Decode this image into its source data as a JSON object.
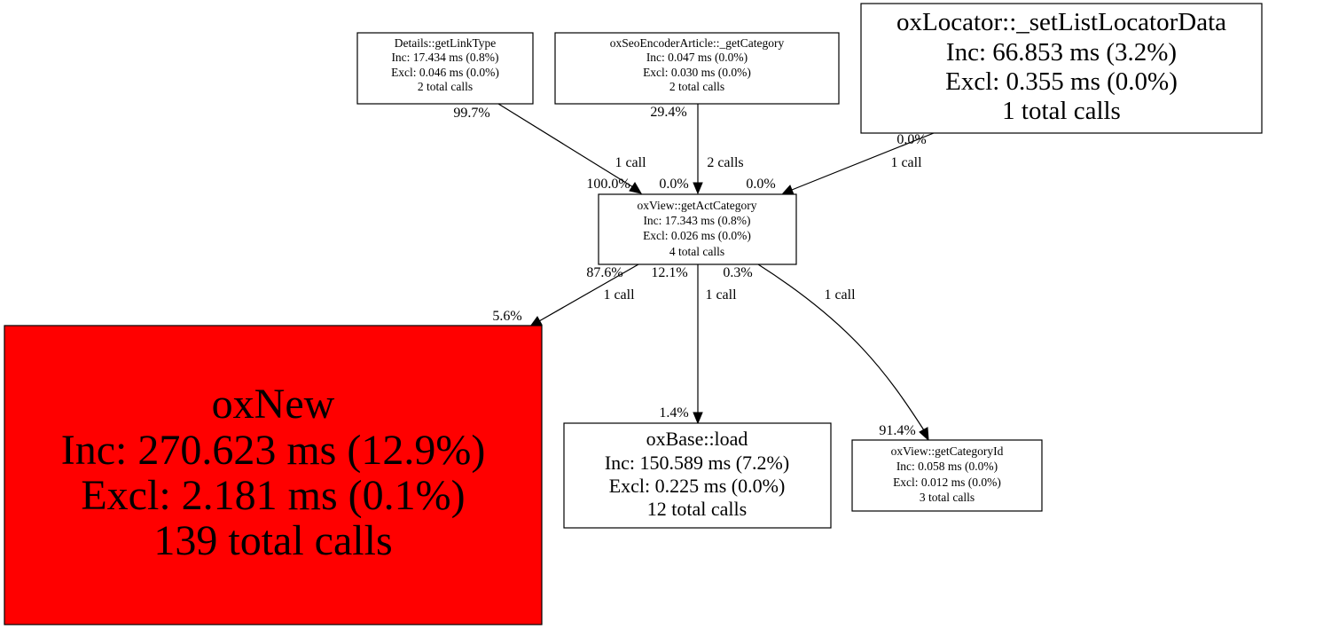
{
  "colors": {
    "hot_node": "#ff0000",
    "node": "#ffffff",
    "stroke": "#000000"
  },
  "nodes": {
    "details": {
      "name": "Details::getLinkType",
      "inc": "Inc: 17.434 ms (0.8%)",
      "excl": "Excl: 0.046 ms (0.0%)",
      "calls": "2 total calls"
    },
    "seo": {
      "name": "oxSeoEncoderArticle::_getCategory",
      "inc": "Inc: 0.047 ms (0.0%)",
      "excl": "Excl: 0.030 ms (0.0%)",
      "calls": "2 total calls"
    },
    "locator": {
      "name": "oxLocator::_setListLocatorData",
      "inc": "Inc: 66.853 ms (3.2%)",
      "excl": "Excl: 0.355 ms (0.0%)",
      "calls": "1 total calls"
    },
    "act": {
      "name": "oxView::getActCategory",
      "inc": "Inc: 17.343 ms (0.8%)",
      "excl": "Excl: 0.026 ms (0.0%)",
      "calls": "4 total calls"
    },
    "oxnew": {
      "name": "oxNew",
      "inc": "Inc: 270.623 ms (12.9%)",
      "excl": "Excl: 2.181 ms (0.1%)",
      "calls": "139 total calls"
    },
    "load": {
      "name": "oxBase::load",
      "inc": "Inc: 150.589 ms (7.2%)",
      "excl": "Excl: 0.225 ms (0.0%)",
      "calls": "12 total calls"
    },
    "catid": {
      "name": "oxView::getCategoryId",
      "inc": "Inc: 0.058 ms (0.0%)",
      "excl": "Excl: 0.012 ms (0.0%)",
      "calls": "3 total calls"
    }
  },
  "edges": [
    {
      "from": "Details::getLinkType",
      "to": "oxView::getActCategory",
      "tail": "99.7%",
      "label": "1 call",
      "head": "100.0%"
    },
    {
      "from": "oxSeoEncoderArticle::_getCategory",
      "to": "oxView::getActCategory",
      "tail": "29.4%",
      "label": "2 calls",
      "head": "0.0%"
    },
    {
      "from": "oxLocator::_setListLocatorData",
      "to": "oxView::getActCategory",
      "tail": "0.0%",
      "label": "1 call",
      "head": "0.0%"
    },
    {
      "from": "oxView::getActCategory",
      "to": "oxNew",
      "tail": "87.6%",
      "label": "1 call",
      "head": "5.6%"
    },
    {
      "from": "oxView::getActCategory",
      "to": "oxBase::load",
      "tail": "12.1%",
      "label": "1 call",
      "head": "1.4%"
    },
    {
      "from": "oxView::getActCategory",
      "to": "oxView::getCategoryId",
      "tail": "0.3%",
      "label": "1 call",
      "head": "91.4%"
    }
  ]
}
